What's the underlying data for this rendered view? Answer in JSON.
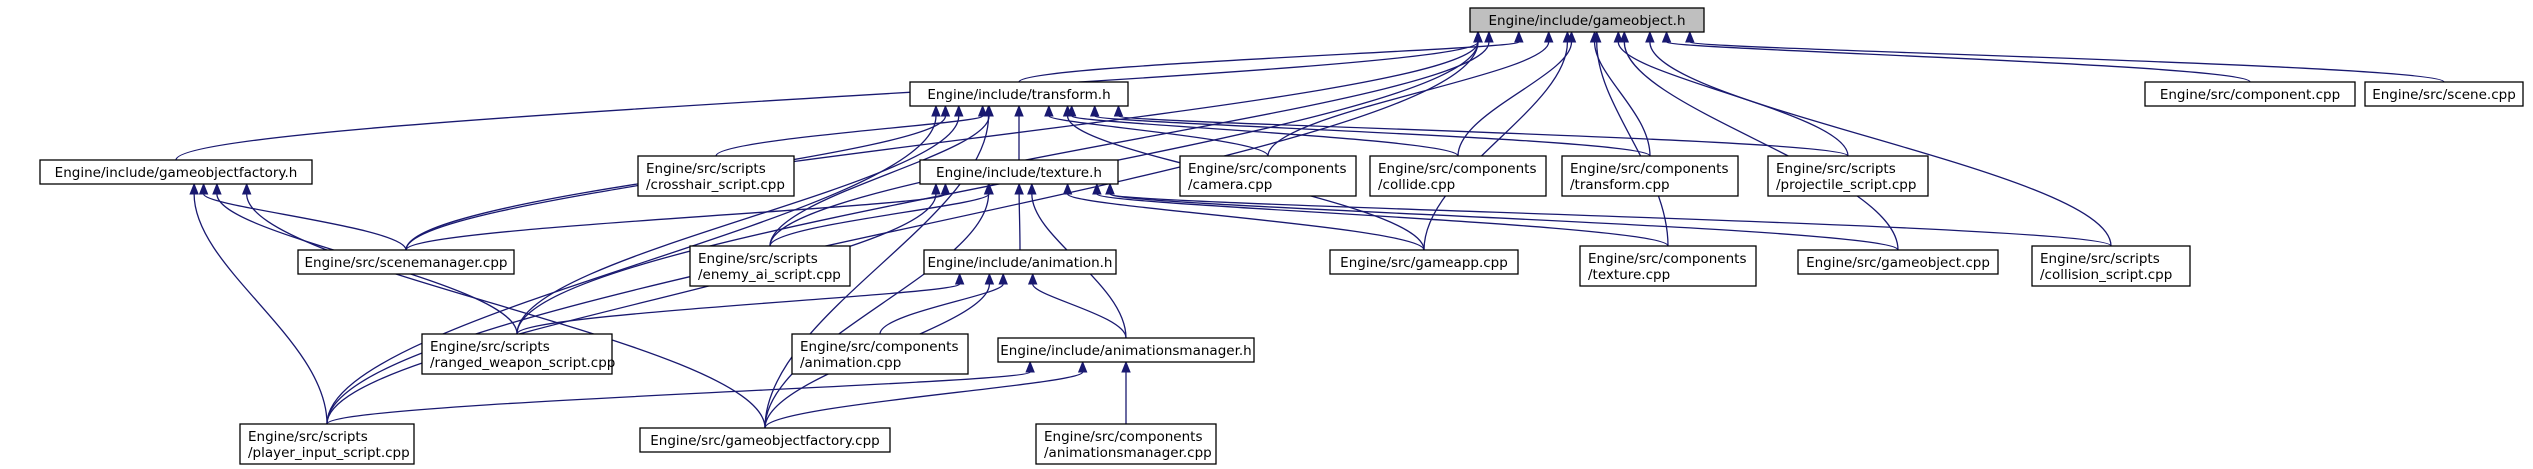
{
  "diagram": {
    "type": "include-dependency-graph",
    "nodes": [
      {
        "id": "gameobject_h",
        "lines": [
          "Engine/include/gameobject.h"
        ],
        "root": true
      },
      {
        "id": "transform_h",
        "lines": [
          "Engine/include/transform.h"
        ]
      },
      {
        "id": "component_cpp",
        "lines": [
          "Engine/src/component.cpp"
        ]
      },
      {
        "id": "scene_cpp",
        "lines": [
          "Engine/src/scene.cpp"
        ]
      },
      {
        "id": "gameobjectfactory_h",
        "lines": [
          "Engine/include/gameobjectfactory.h"
        ]
      },
      {
        "id": "crosshair_cpp",
        "lines": [
          "Engine/src/scripts",
          "/crosshair_script.cpp"
        ]
      },
      {
        "id": "texture_h",
        "lines": [
          "Engine/include/texture.h"
        ]
      },
      {
        "id": "camera_cpp",
        "lines": [
          "Engine/src/components",
          "/camera.cpp"
        ]
      },
      {
        "id": "collide_cpp",
        "lines": [
          "Engine/src/components",
          "/collide.cpp"
        ]
      },
      {
        "id": "transform_cpp",
        "lines": [
          "Engine/src/components",
          "/transform.cpp"
        ]
      },
      {
        "id": "projectile_cpp",
        "lines": [
          "Engine/src/scripts",
          "/projectile_script.cpp"
        ]
      },
      {
        "id": "scenemanager_cpp",
        "lines": [
          "Engine/src/scenemanager.cpp"
        ]
      },
      {
        "id": "enemy_ai_cpp",
        "lines": [
          "Engine/src/scripts",
          "/enemy_ai_script.cpp"
        ]
      },
      {
        "id": "animation_h",
        "lines": [
          "Engine/include/animation.h"
        ]
      },
      {
        "id": "gameapp_cpp",
        "lines": [
          "Engine/src/gameapp.cpp"
        ]
      },
      {
        "id": "texture_cpp",
        "lines": [
          "Engine/src/components",
          "/texture.cpp"
        ]
      },
      {
        "id": "gameobject_cpp",
        "lines": [
          "Engine/src/gameobject.cpp"
        ]
      },
      {
        "id": "collision_cpp",
        "lines": [
          "Engine/src/scripts",
          "/collision_script.cpp"
        ]
      },
      {
        "id": "ranged_weapon_cpp",
        "lines": [
          "Engine/src/scripts",
          "/ranged_weapon_script.cpp"
        ]
      },
      {
        "id": "animation_cpp",
        "lines": [
          "Engine/src/components",
          "/animation.cpp"
        ]
      },
      {
        "id": "animationsmanager_h",
        "lines": [
          "Engine/include/animationsmanager.h"
        ]
      },
      {
        "id": "player_input_cpp",
        "lines": [
          "Engine/src/scripts",
          "/player_input_script.cpp"
        ]
      },
      {
        "id": "gameobjectfactory_cpp",
        "lines": [
          "Engine/src/gameobjectfactory.cpp"
        ]
      },
      {
        "id": "animationsmanager_cpp",
        "lines": [
          "Engine/src/components",
          "/animationsmanager.cpp"
        ]
      }
    ],
    "edges": [
      {
        "from": "transform_h",
        "to": "gameobject_h"
      },
      {
        "from": "component_cpp",
        "to": "gameobject_h"
      },
      {
        "from": "scene_cpp",
        "to": "gameobject_h"
      },
      {
        "from": "gameobjectfactory_h",
        "to": "gameobject_h"
      },
      {
        "from": "scenemanager_cpp",
        "to": "gameobject_h"
      },
      {
        "from": "enemy_ai_cpp",
        "to": "gameobject_h"
      },
      {
        "from": "camera_cpp",
        "to": "gameobject_h"
      },
      {
        "from": "collide_cpp",
        "to": "gameobject_h"
      },
      {
        "from": "transform_cpp",
        "to": "gameobject_h"
      },
      {
        "from": "projectile_cpp",
        "to": "gameobject_h"
      },
      {
        "from": "gameapp_cpp",
        "to": "gameobject_h"
      },
      {
        "from": "texture_cpp",
        "to": "gameobject_h"
      },
      {
        "from": "gameobject_cpp",
        "to": "gameobject_h"
      },
      {
        "from": "collision_cpp",
        "to": "gameobject_h"
      },
      {
        "from": "ranged_weapon_cpp",
        "to": "gameobject_h"
      },
      {
        "from": "player_input_cpp",
        "to": "gameobject_h"
      },
      {
        "from": "texture_h",
        "to": "transform_h"
      },
      {
        "from": "crosshair_cpp",
        "to": "transform_h"
      },
      {
        "from": "camera_cpp",
        "to": "transform_h"
      },
      {
        "from": "collide_cpp",
        "to": "transform_h"
      },
      {
        "from": "transform_cpp",
        "to": "transform_h"
      },
      {
        "from": "projectile_cpp",
        "to": "transform_h"
      },
      {
        "from": "scenemanager_cpp",
        "to": "transform_h"
      },
      {
        "from": "enemy_ai_cpp",
        "to": "transform_h"
      },
      {
        "from": "gameapp_cpp",
        "to": "transform_h"
      },
      {
        "from": "ranged_weapon_cpp",
        "to": "transform_h"
      },
      {
        "from": "player_input_cpp",
        "to": "transform_h"
      },
      {
        "from": "gameobjectfactory_cpp",
        "to": "transform_h"
      },
      {
        "from": "scenemanager_cpp",
        "to": "gameobjectfactory_h"
      },
      {
        "from": "ranged_weapon_cpp",
        "to": "gameobjectfactory_h"
      },
      {
        "from": "player_input_cpp",
        "to": "gameobjectfactory_h"
      },
      {
        "from": "gameobjectfactory_cpp",
        "to": "gameobjectfactory_h"
      },
      {
        "from": "animation_h",
        "to": "texture_h"
      },
      {
        "from": "scenemanager_cpp",
        "to": "texture_h"
      },
      {
        "from": "enemy_ai_cpp",
        "to": "texture_h"
      },
      {
        "from": "gameapp_cpp",
        "to": "texture_h"
      },
      {
        "from": "texture_cpp",
        "to": "texture_h"
      },
      {
        "from": "gameobject_cpp",
        "to": "texture_h"
      },
      {
        "from": "collision_cpp",
        "to": "texture_h"
      },
      {
        "from": "animationsmanager_h",
        "to": "texture_h"
      },
      {
        "from": "player_input_cpp",
        "to": "texture_h"
      },
      {
        "from": "gameobjectfactory_cpp",
        "to": "texture_h"
      },
      {
        "from": "ranged_weapon_cpp",
        "to": "animation_h"
      },
      {
        "from": "animation_cpp",
        "to": "animation_h"
      },
      {
        "from": "animationsmanager_h",
        "to": "animation_h"
      },
      {
        "from": "gameobjectfactory_cpp",
        "to": "animation_h"
      },
      {
        "from": "player_input_cpp",
        "to": "animationsmanager_h"
      },
      {
        "from": "gameobjectfactory_cpp",
        "to": "animationsmanager_h"
      },
      {
        "from": "animationsmanager_cpp",
        "to": "animationsmanager_h"
      }
    ]
  }
}
